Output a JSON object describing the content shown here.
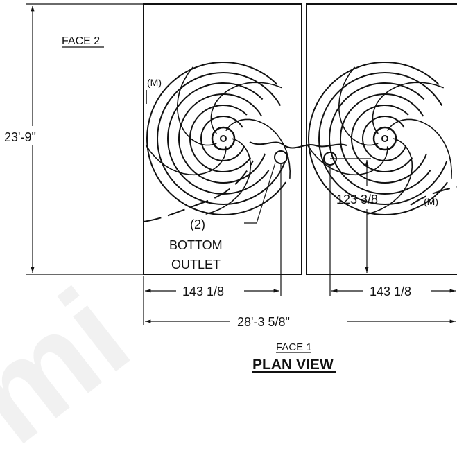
{
  "drawing": {
    "face_top_label": "FACE 2",
    "face_bottom_label": "FACE 1",
    "view_title": "PLAN VIEW",
    "motor_label_left": "(M)",
    "motor_label_right": "(M)",
    "outlet_count": "(2)",
    "outlet_line1": "BOTTOM",
    "outlet_line2": "OUTLET",
    "dim_height": "23'-9\"",
    "dim_outlet_offset_left": "143 1/8",
    "dim_outlet_offset_right": "143 1/8",
    "dim_outlet_height": "123 3/8",
    "dim_overall_width": "28'-3 5/8\""
  },
  "colors": {
    "line": "#111111",
    "background": "#ffffff"
  }
}
